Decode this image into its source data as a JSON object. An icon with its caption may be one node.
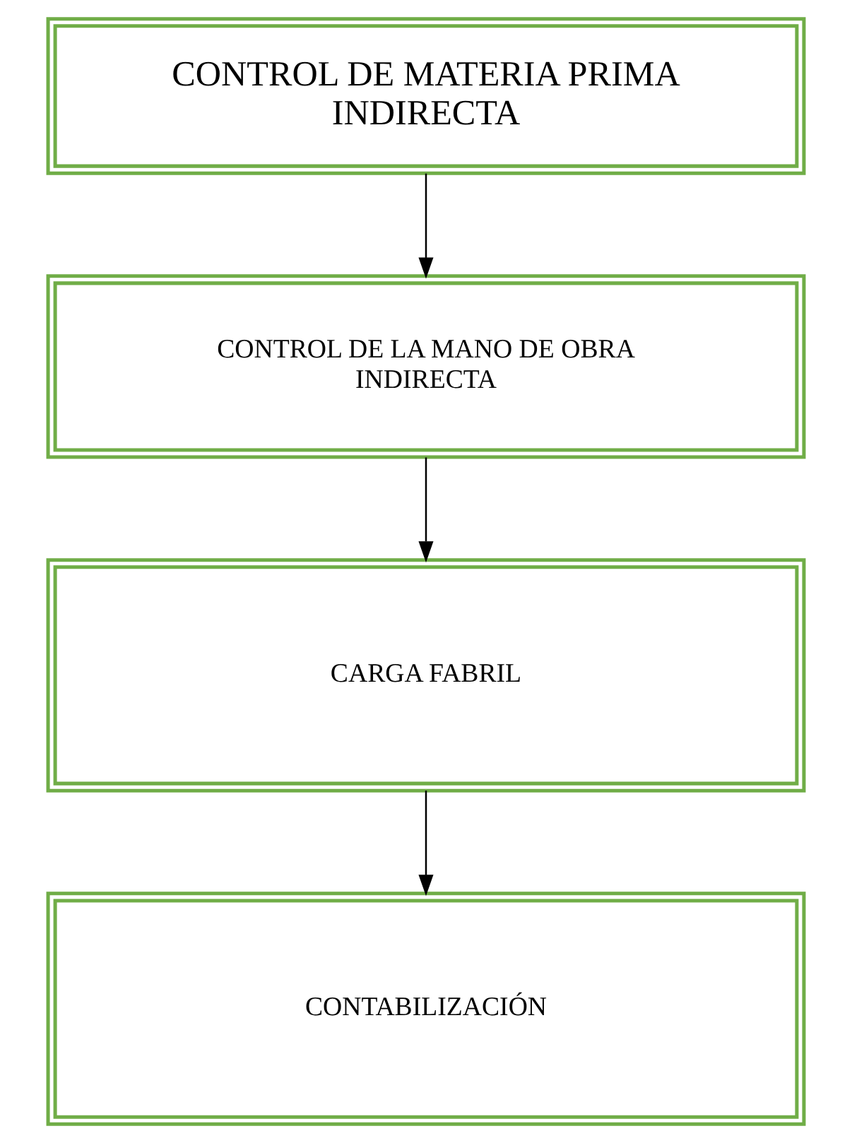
{
  "diagram": {
    "nodes": [
      {
        "text": [
          "CONTROL DE MATERIA PRIMA INDIRECTA"
        ]
      },
      {
        "text": [
          "CONTROL DE LA MANO DE OBRA INDIRECTA"
        ]
      },
      {
        "text": [
          "CARGA FABRIL"
        ]
      },
      {
        "text": [
          "CONTABILIZACIÓN"
        ]
      }
    ],
    "edges": [
      {
        "from": 0,
        "to": 1,
        "arrow": "to"
      },
      {
        "from": 1,
        "to": 2,
        "arrow": "to"
      },
      {
        "from": 2,
        "to": 3,
        "arrow": "to"
      }
    ]
  }
}
